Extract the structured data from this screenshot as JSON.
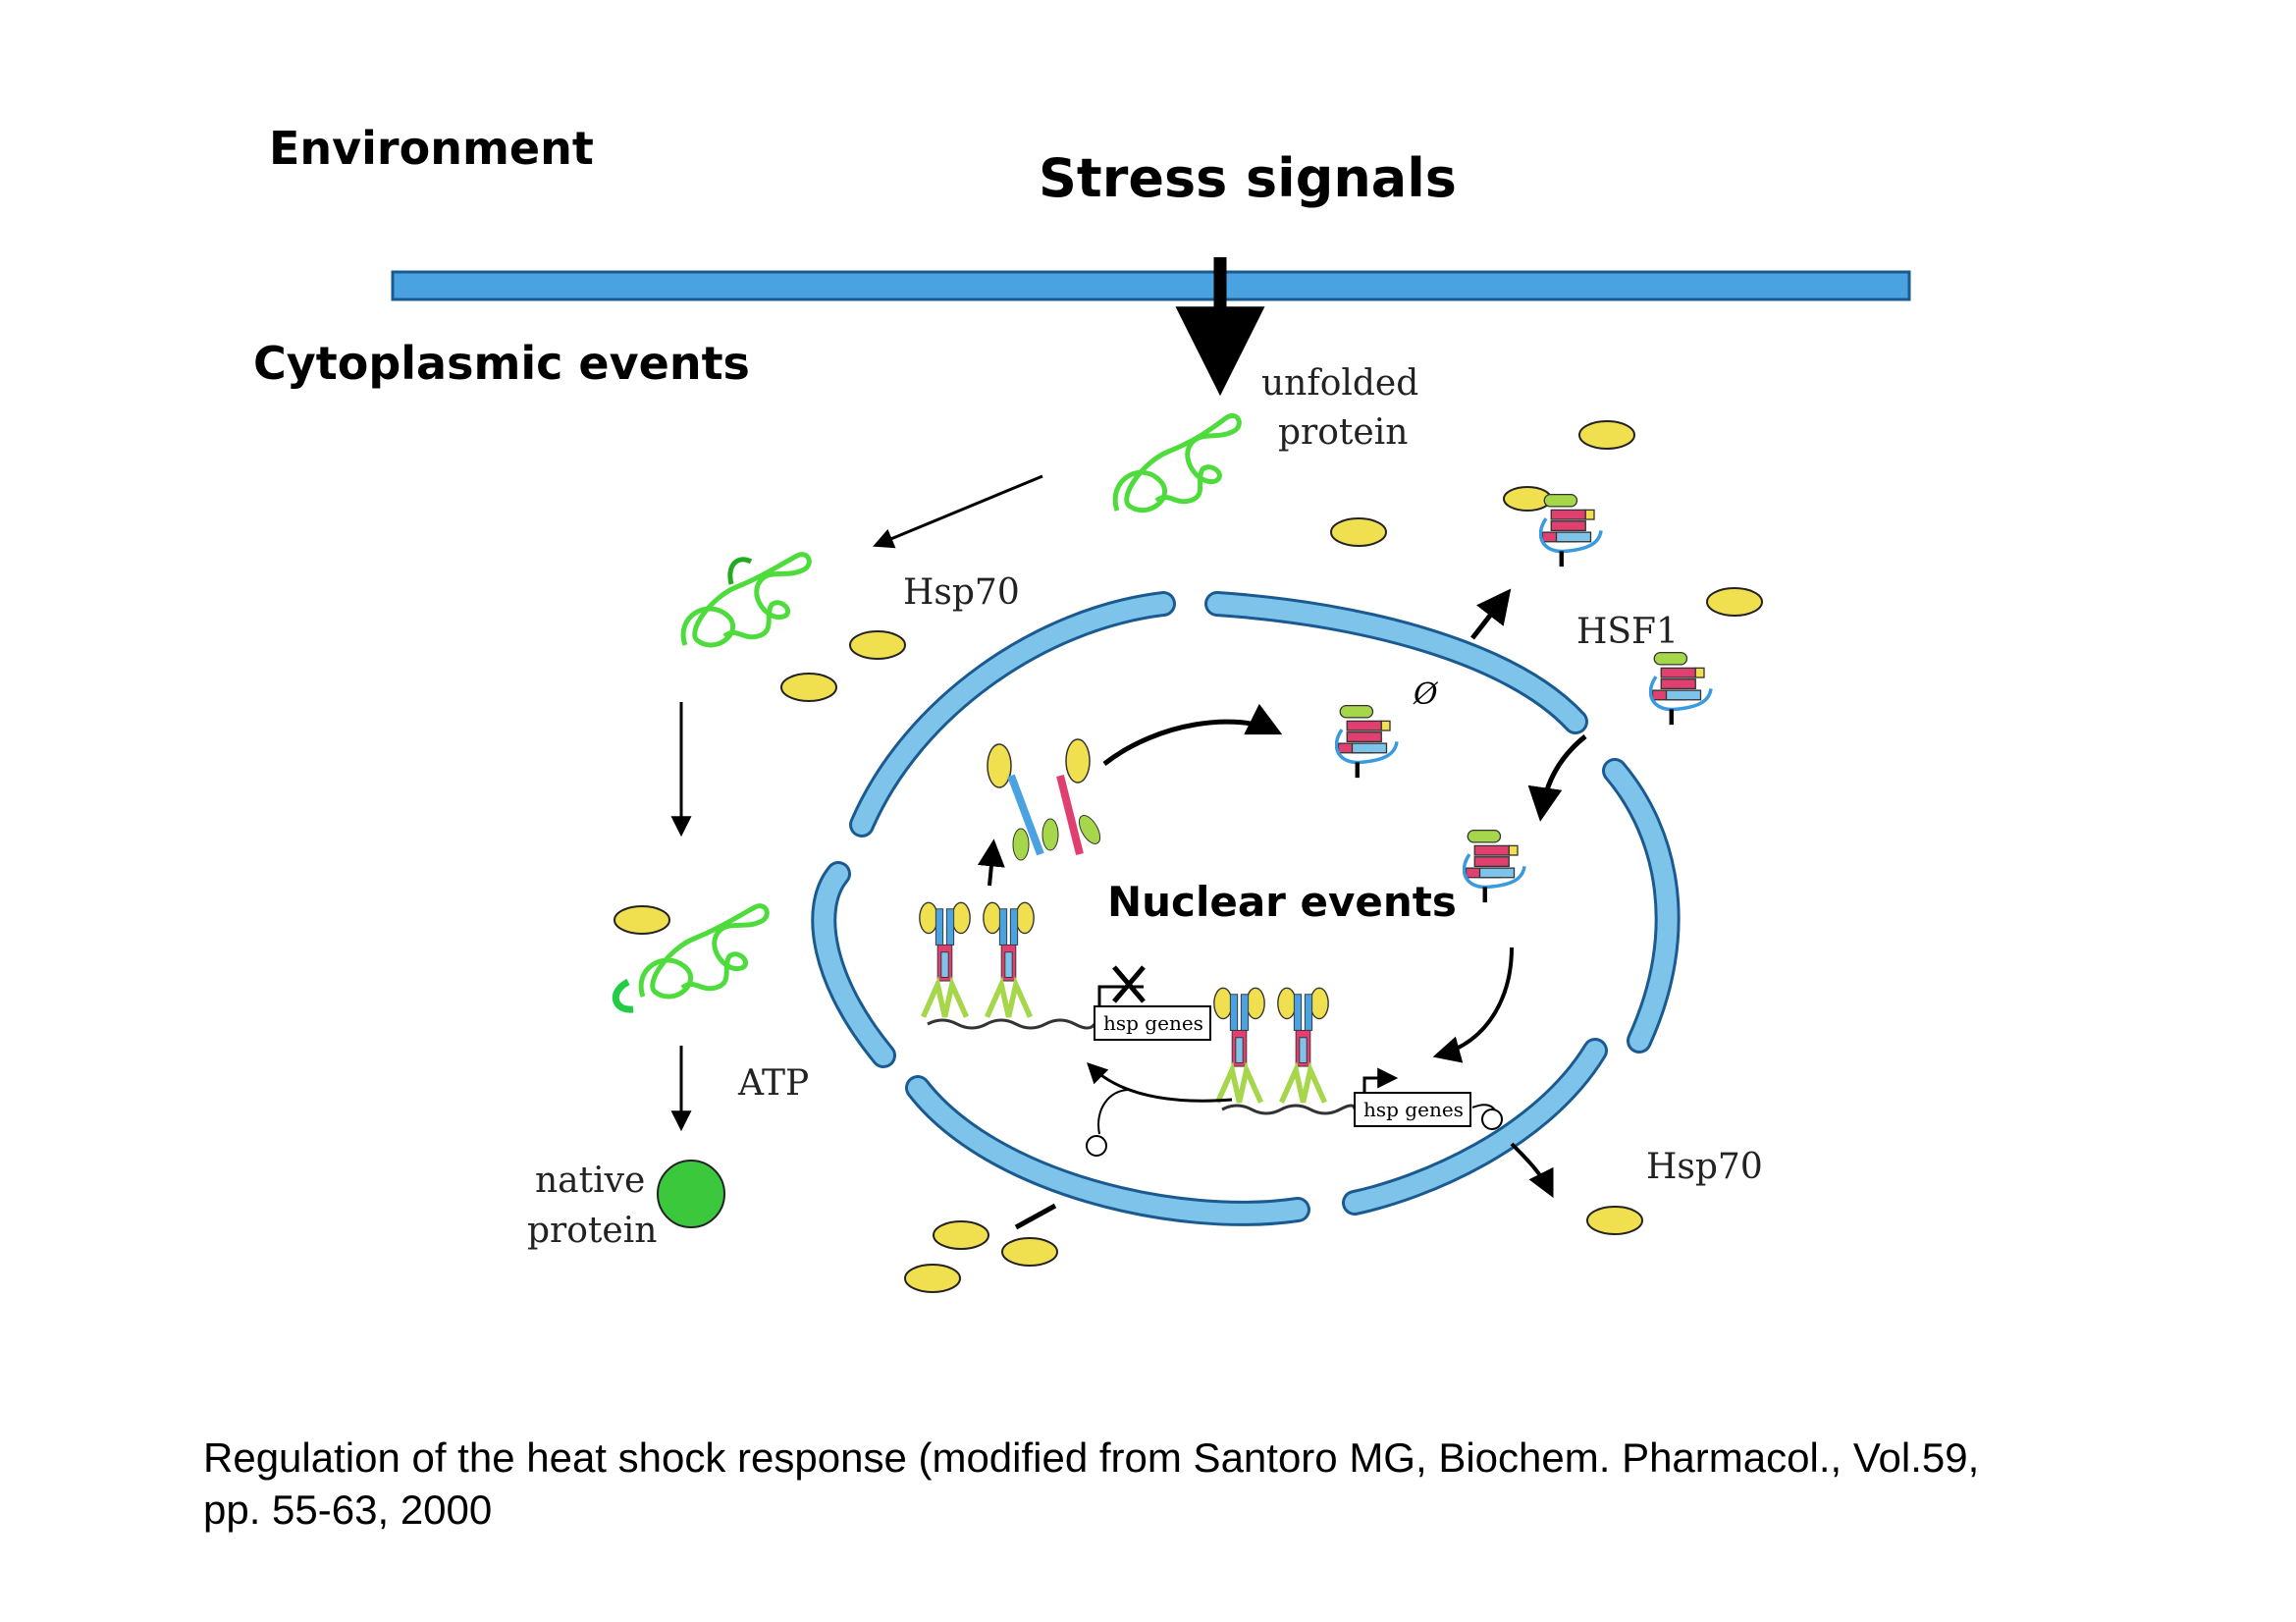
{
  "labels": {
    "environment": "Environment",
    "stress_signals": "Stress signals",
    "cytoplasmic_events": "Cytoplasmic events",
    "nuclear_events": "Nuclear events",
    "unfolded": "unfolded",
    "protein": "protein",
    "hsp70_left": "Hsp70",
    "hsf1": "HSF1",
    "atp": "ATP",
    "native": "native",
    "native_protein": "protein",
    "hsp70_right": "Hsp70",
    "hsp_genes_1": "hsp genes",
    "hsp_genes_2": "hsp genes"
  },
  "caption": {
    "line1": "Regulation of the heat shock response (modified from Santoro MG, Biochem. Pharmacol., Vol.59,",
    "line2": "pp. 55-63, 2000"
  },
  "colors": {
    "membrane": "#4aa3e0",
    "nuclear_envelope": "#7ec3ea",
    "hsp70": "#f0e050",
    "unfolded_protein": "#4ddc3c",
    "native_protein": "#3cc83c",
    "hsf1_red": "#e04070",
    "hsf1_blue": "#4aa3e0",
    "hsf1_green": "#a6d64a"
  }
}
